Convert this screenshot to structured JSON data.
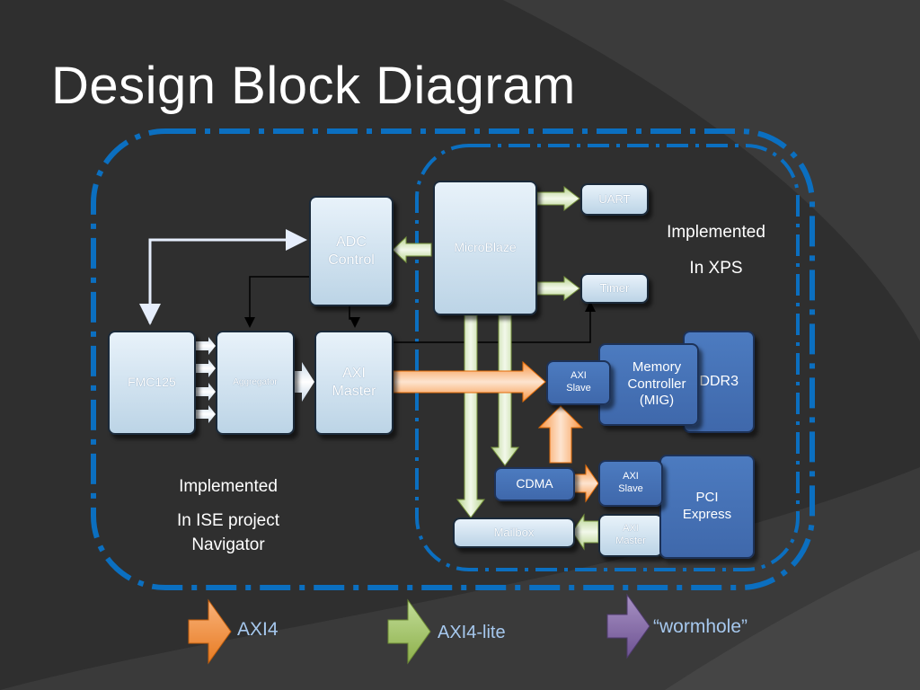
{
  "title": "Design Block Diagram",
  "colors": {
    "axi4": "#f79646",
    "axi4_lite": "#9bbb59",
    "wormhole": "#8064a2",
    "light_box": "#d5e5f1",
    "blue_box": "#4472c4",
    "dashed_border": "#0070c0"
  },
  "blocks": {
    "fmc125": "FMC125",
    "aggregator": "Aggregator",
    "adc_control": [
      "ADC",
      "Control"
    ],
    "axi_master": [
      "AXI",
      "Master"
    ],
    "microblaze": "MicroBlaze",
    "uart": "UART",
    "timer": "Timer",
    "axi_slave_mem": [
      "AXI",
      "Slave"
    ],
    "memory_controller": [
      "Memory",
      "Controller",
      "(MIG)"
    ],
    "ddr3": "DDR3",
    "cdma": "CDMA",
    "mailbox": "Mailbox",
    "axi_slave_pci_1": [
      "AXI",
      "Slave"
    ],
    "axi_slave_pci_2": [
      "AXI",
      "Master"
    ],
    "pci_express": [
      "PCI",
      "Express"
    ]
  },
  "regions": {
    "ise": [
      "Implemented",
      "In ISE project",
      "Navigator"
    ],
    "xps": [
      "Implemented",
      "In XPS"
    ]
  },
  "legend": [
    {
      "label": "AXI4",
      "color": "#f79646"
    },
    {
      "label": "AXI4-lite",
      "color": "#9bbb59"
    },
    {
      "label": "“wormhole”",
      "color": "#8064a2"
    }
  ]
}
